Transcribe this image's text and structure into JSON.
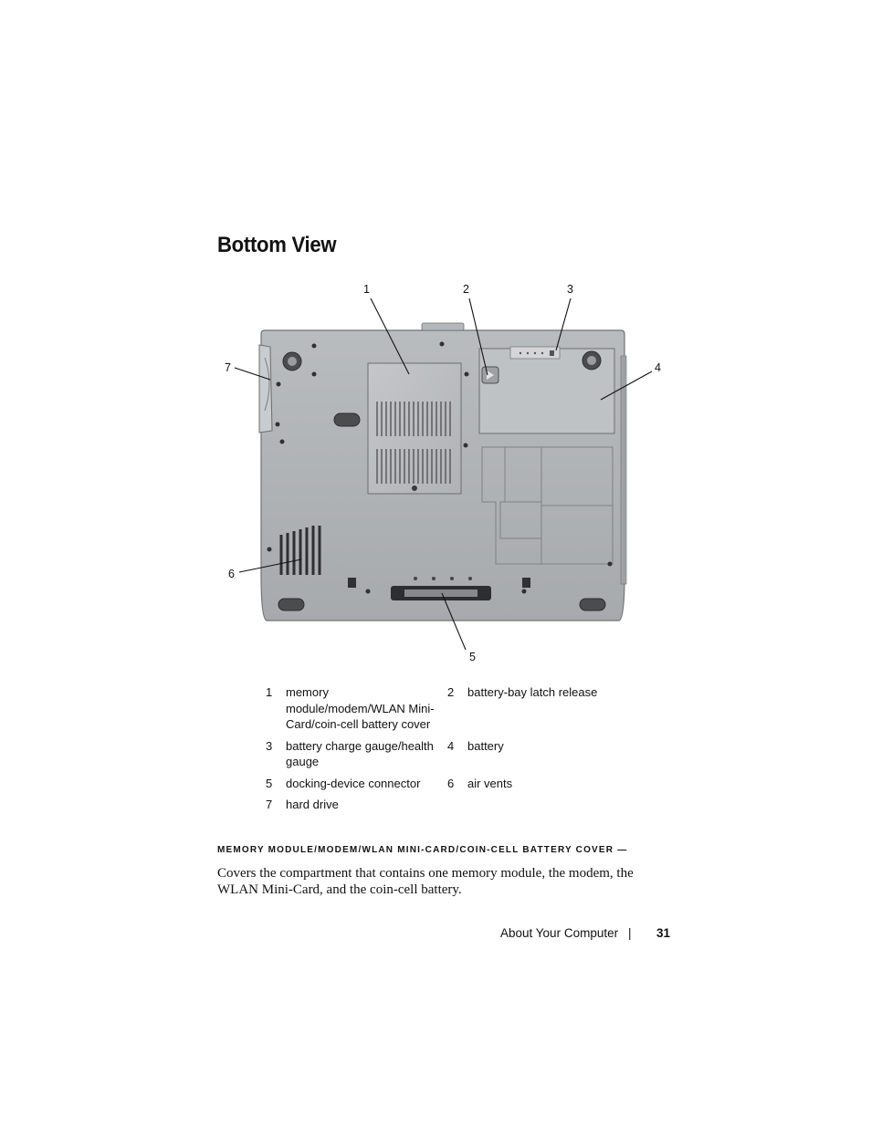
{
  "heading": "Bottom View",
  "figure": {
    "callouts": [
      "1",
      "2",
      "3",
      "4",
      "5",
      "6",
      "7"
    ]
  },
  "legend": [
    [
      {
        "num": "1",
        "text": "memory module/modem/WLAN Mini-Card/coin-cell battery cover"
      },
      {
        "num": "2",
        "text": "battery-bay latch release"
      }
    ],
    [
      {
        "num": "3",
        "text": "battery charge gauge/health gauge"
      },
      {
        "num": "4",
        "text": "battery"
      }
    ],
    [
      {
        "num": "5",
        "text": "docking-device connector"
      },
      {
        "num": "6",
        "text": "air vents"
      }
    ],
    [
      {
        "num": "7",
        "text": "hard drive"
      },
      {
        "num": "",
        "text": ""
      }
    ]
  ],
  "subheading": "memory module/modem/WLAN Mini-Card/coin-cell battery cover —",
  "body": "Covers the compartment that contains one memory module, the modem, the WLAN Mini-Card, and the coin-cell battery.",
  "footer": {
    "section": "About Your Computer",
    "separator": "|",
    "page": "31"
  }
}
